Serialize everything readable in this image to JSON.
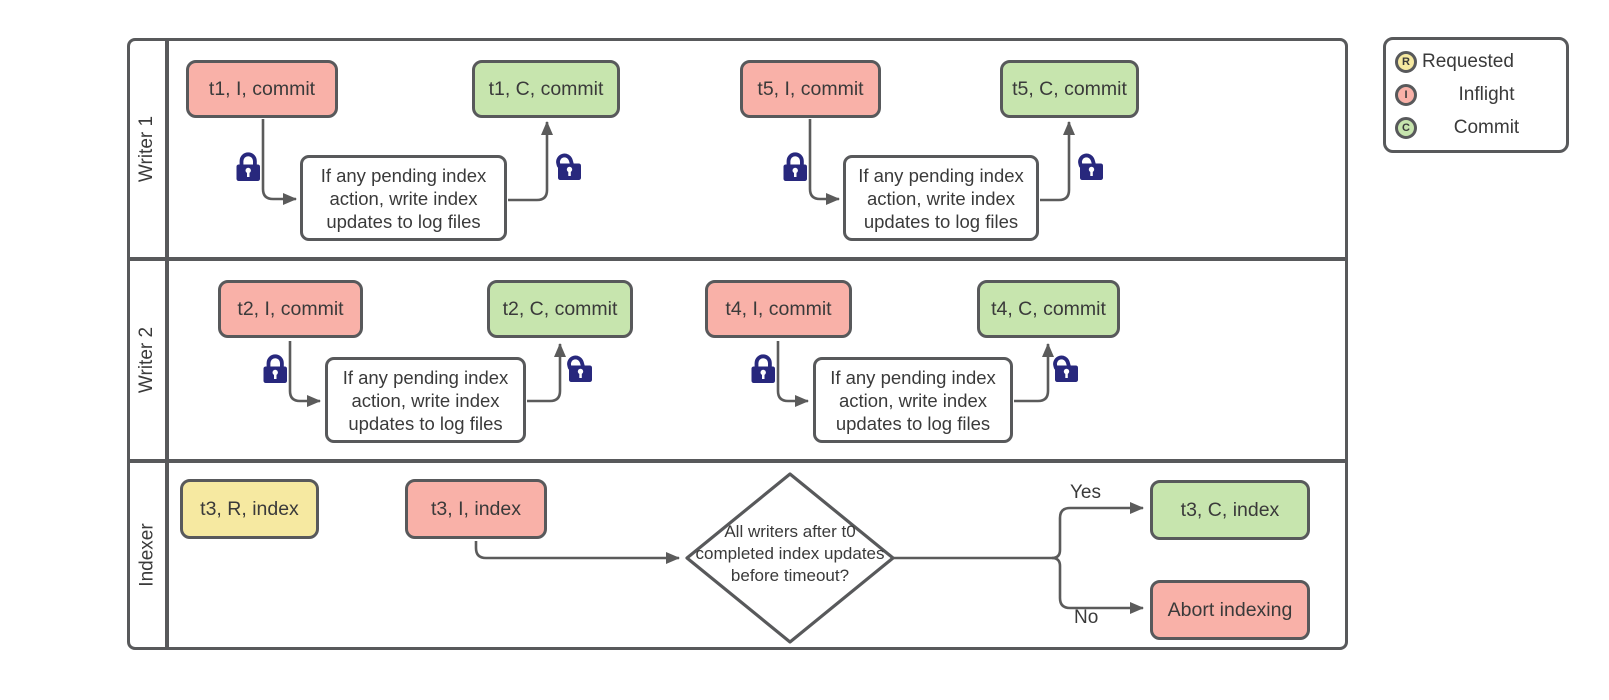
{
  "colors": {
    "inflight": "#f9b1a8",
    "commit": "#c7e5ae",
    "requested": "#f6e9a1",
    "border": "#58595b",
    "line": "#5b5b5b",
    "lock": "#28287d",
    "text": "#3a3a3a"
  },
  "lanes": [
    {
      "label": "Writer 1"
    },
    {
      "label": "Writer 2"
    },
    {
      "label": "Indexer"
    }
  ],
  "legend": {
    "items": [
      {
        "badge": "R",
        "label": "Requested"
      },
      {
        "badge": "I",
        "label": "Inflight"
      },
      {
        "badge": "C",
        "label": "Commit"
      }
    ]
  },
  "nodes": {
    "t1_inflight": "t1, I, commit",
    "t1_commit": "t1, C, commit",
    "t5_inflight": "t5, I, commit",
    "t5_commit": "t5, C, commit",
    "t2_inflight": "t2, I, commit",
    "t2_commit": "t2, C, commit",
    "t4_inflight": "t4, I, commit",
    "t4_commit": "t4, C, commit",
    "t3_requested": "t3, R, index",
    "t3_inflight": "t3, I, index",
    "t3_commit": "t3, C, index",
    "abort": "Abort indexing"
  },
  "processes": [
    "If any pending index action, write index updates to log files",
    "If any pending index action, write index updates to log files",
    "If any pending index action, write index updates to log files",
    "If any pending index action, write index updates to log files"
  ],
  "decision": {
    "question": "All writers after t0 completed index updates before timeout?",
    "yes_label": "Yes",
    "no_label": "No"
  }
}
